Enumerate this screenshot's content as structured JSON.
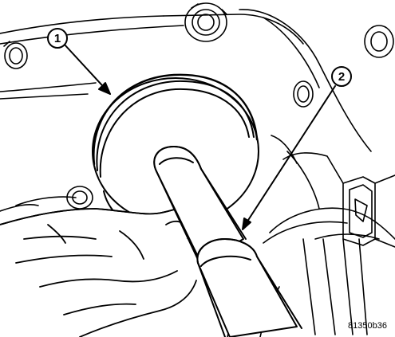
{
  "callouts": [
    {
      "number": "1",
      "target": "seal"
    },
    {
      "number": "2",
      "target": "installer-tool"
    }
  ],
  "figure_code": "81350b36",
  "colors": {
    "line": "#000000",
    "fill": "#ffffff"
  }
}
